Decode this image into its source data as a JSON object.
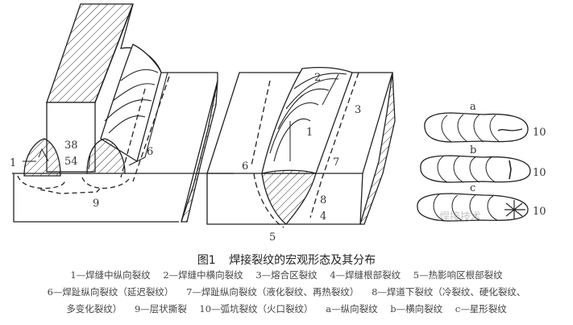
{
  "figure": {
    "title_number": "图1",
    "title_text": "焊接裂纹的宏观形态及其分布",
    "left_labels": [
      "1",
      "38",
      "54",
      "6",
      "9"
    ],
    "middle_labels": [
      "2",
      "3",
      "1",
      "6",
      "7",
      "8",
      "4",
      "5"
    ],
    "right_labels": {
      "a": "a",
      "b": "b",
      "c": "c",
      "crater": "10"
    },
    "legend_lines": [
      [
        "1—焊缝中纵向裂纹",
        "2—焊缝中横向裂纹",
        "3—熔合区裂纹",
        "4—焊缝根部裂纹",
        "5—热影响区根部裂纹"
      ],
      [
        "6—焊趾纵向裂纹（延迟裂纹）",
        "7—焊趾纵向裂纹（液化裂纹、再热裂纹）",
        "8—焊道下裂纹（冷裂纹、硬化裂纹、"
      ],
      [
        "多变化裂纹）",
        "9—层状撕裂",
        "10—弧坑裂纹（火口裂纹）",
        "a—纵向裂纹",
        "b—横向裂纹",
        "c—星形裂纹"
      ]
    ],
    "watermark": "焊接技术"
  }
}
